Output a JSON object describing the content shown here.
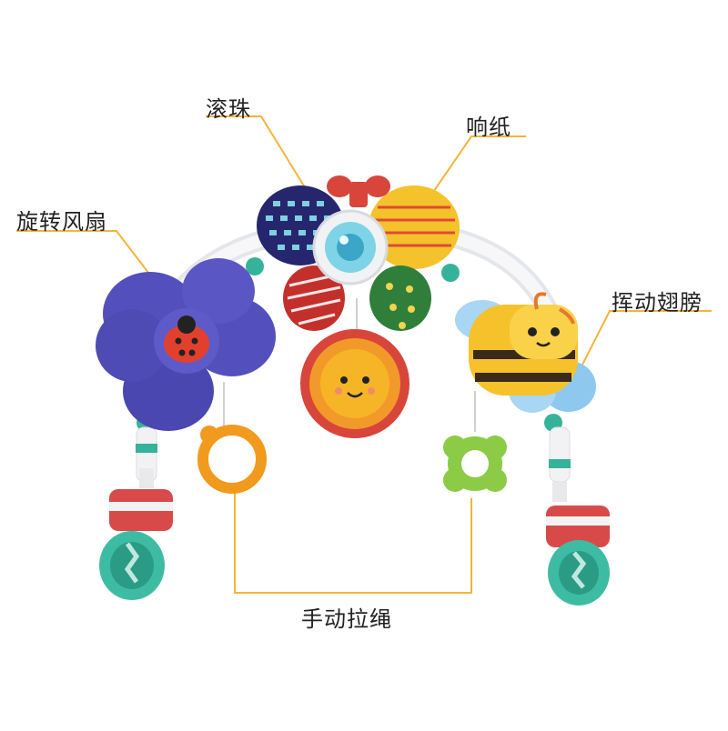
{
  "labels": {
    "rolling_ball": "滚珠",
    "crinkle_paper": "响纸",
    "spinning_fan": "旋转风扇",
    "flapping_wings": "挥动翅膀",
    "pull_string": "手动拉绳"
  },
  "colors": {
    "leader_line": "#F5B43A",
    "text": "#222222",
    "arch": "#F3F3F5",
    "fan": "#4E4BB5",
    "sun_petal": "#D8453A",
    "sun_face": "#F6B526",
    "bee_body": "#F6C22B",
    "bee_wing": "#8FC8EE",
    "teal": "#35B39A",
    "clip_red": "#D84A4A",
    "ring_orange": "#F29A1E",
    "ring_green": "#8CCB46"
  }
}
